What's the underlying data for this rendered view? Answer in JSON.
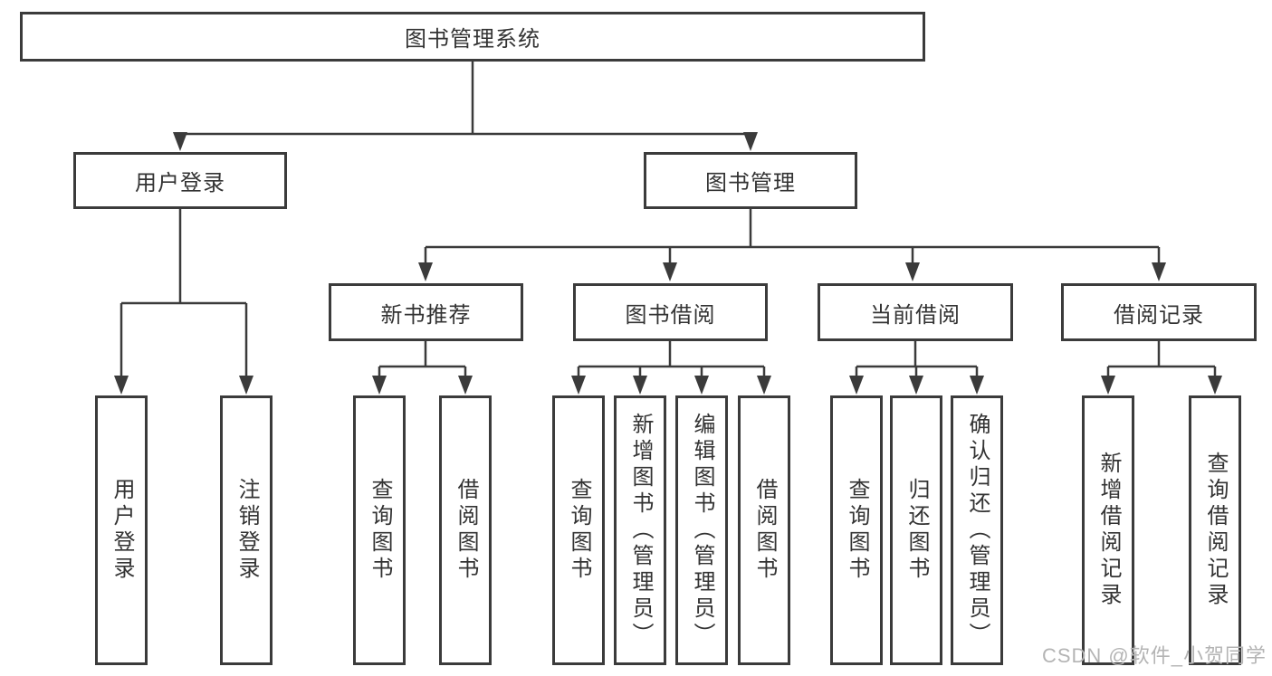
{
  "tree": {
    "root": {
      "label": "图书管理系统"
    },
    "branches": [
      {
        "label": "用户登录",
        "leaves": [
          {
            "label": "用户登录"
          },
          {
            "label": "注销登录"
          }
        ]
      },
      {
        "label": "图书管理",
        "groups": [
          {
            "label": "新书推荐",
            "leaves": [
              {
                "label": "查询图书"
              },
              {
                "label": "借阅图书"
              }
            ]
          },
          {
            "label": "图书借阅",
            "leaves": [
              {
                "label": "查询图书"
              },
              {
                "label": "新增图书（管理员）"
              },
              {
                "label": "编辑图书（管理员）"
              },
              {
                "label": "借阅图书"
              }
            ]
          },
          {
            "label": "当前借阅",
            "leaves": [
              {
                "label": "查询图书"
              },
              {
                "label": "归还图书"
              },
              {
                "label": "确认归还（管理员）"
              }
            ]
          },
          {
            "label": "借阅记录",
            "leaves": [
              {
                "label": "新增借阅记录"
              },
              {
                "label": "查询借阅记录"
              }
            ]
          }
        ]
      }
    ]
  },
  "watermark": {
    "text": "CSDN @软件_小贺同学"
  },
  "colors": {
    "line": "#3b3b3b",
    "text": "#333333",
    "watermark": "#b4b4b4",
    "background": "#ffffff"
  }
}
